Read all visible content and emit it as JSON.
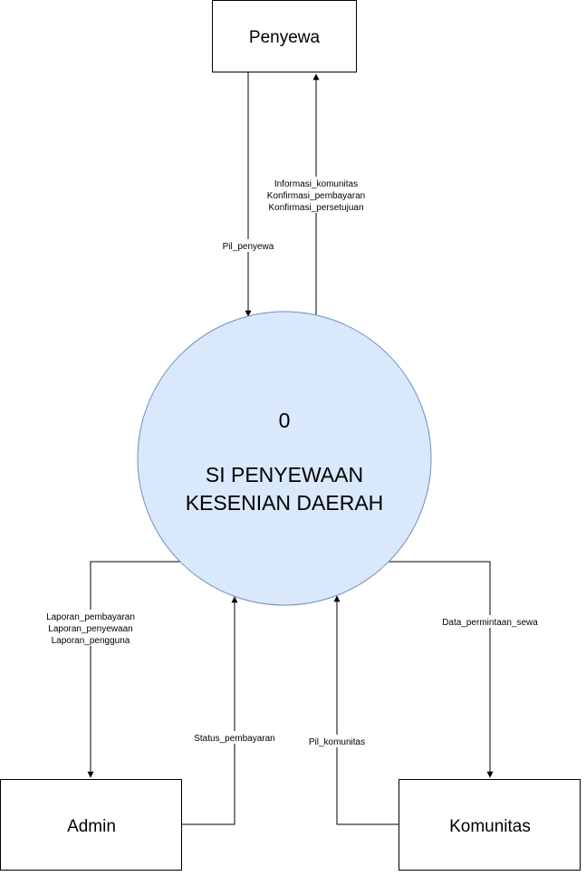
{
  "entities": {
    "penyewa": "Penyewa",
    "admin": "Admin",
    "komunitas": "Komunitas"
  },
  "process": {
    "number": "0",
    "name_line1": "SI PENYEWAAN",
    "name_line2": "KESENIAN DAERAH",
    "fill_color": "#dae8fc",
    "stroke_color": "#6c8ebf"
  },
  "flows": {
    "pil_penyewa": "Pil_penyewa",
    "penyewa_output": [
      "Informasi_komunitas",
      "Konfirmasi_pembayaran",
      "Konfirmasi_persetujuan"
    ],
    "admin_reports": [
      "Laporan_pembayaran",
      "Laporan_penyewaan",
      "Laporan_pengguna"
    ],
    "status_pembayaran": "Status_pembayaran",
    "pil_komunitas": "Pil_komunitas",
    "data_permintaan_sewa": "Data_permintaan_sewa"
  }
}
